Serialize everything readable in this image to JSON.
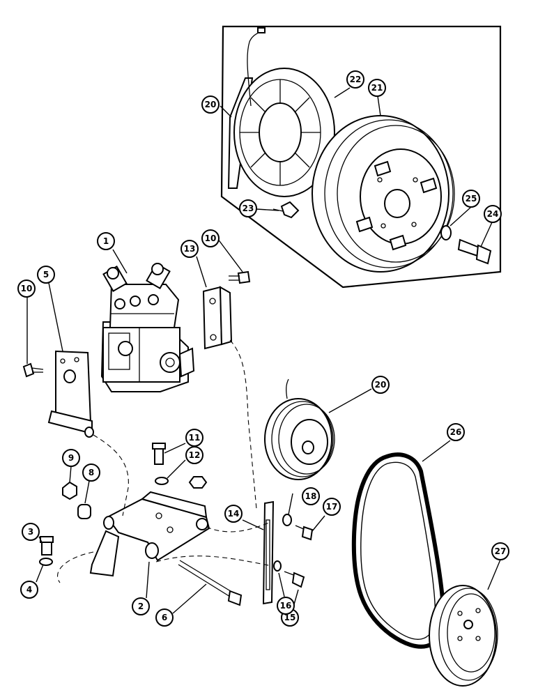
{
  "callouts": [
    {
      "id": "c1",
      "label": "1"
    },
    {
      "id": "c2",
      "label": "2"
    },
    {
      "id": "c3",
      "label": "3"
    },
    {
      "id": "c4",
      "label": "4"
    },
    {
      "id": "c5",
      "label": "5"
    },
    {
      "id": "c6",
      "label": "6"
    },
    {
      "id": "c8",
      "label": "8"
    },
    {
      "id": "c9",
      "label": "9"
    },
    {
      "id": "c10a",
      "label": "10"
    },
    {
      "id": "c10b",
      "label": "10"
    },
    {
      "id": "c11",
      "label": "11"
    },
    {
      "id": "c12",
      "label": "12"
    },
    {
      "id": "c13",
      "label": "13"
    },
    {
      "id": "c14",
      "label": "14"
    },
    {
      "id": "c15",
      "label": "15"
    },
    {
      "id": "c16",
      "label": "16"
    },
    {
      "id": "c17",
      "label": "17"
    },
    {
      "id": "c18",
      "label": "18"
    },
    {
      "id": "c20a",
      "label": "20"
    },
    {
      "id": "c20b",
      "label": "20"
    },
    {
      "id": "c21",
      "label": "21"
    },
    {
      "id": "c22",
      "label": "22"
    },
    {
      "id": "c23",
      "label": "23"
    },
    {
      "id": "c24",
      "label": "24"
    },
    {
      "id": "c25",
      "label": "25"
    },
    {
      "id": "c26",
      "label": "26"
    },
    {
      "id": "c27",
      "label": "27"
    }
  ]
}
